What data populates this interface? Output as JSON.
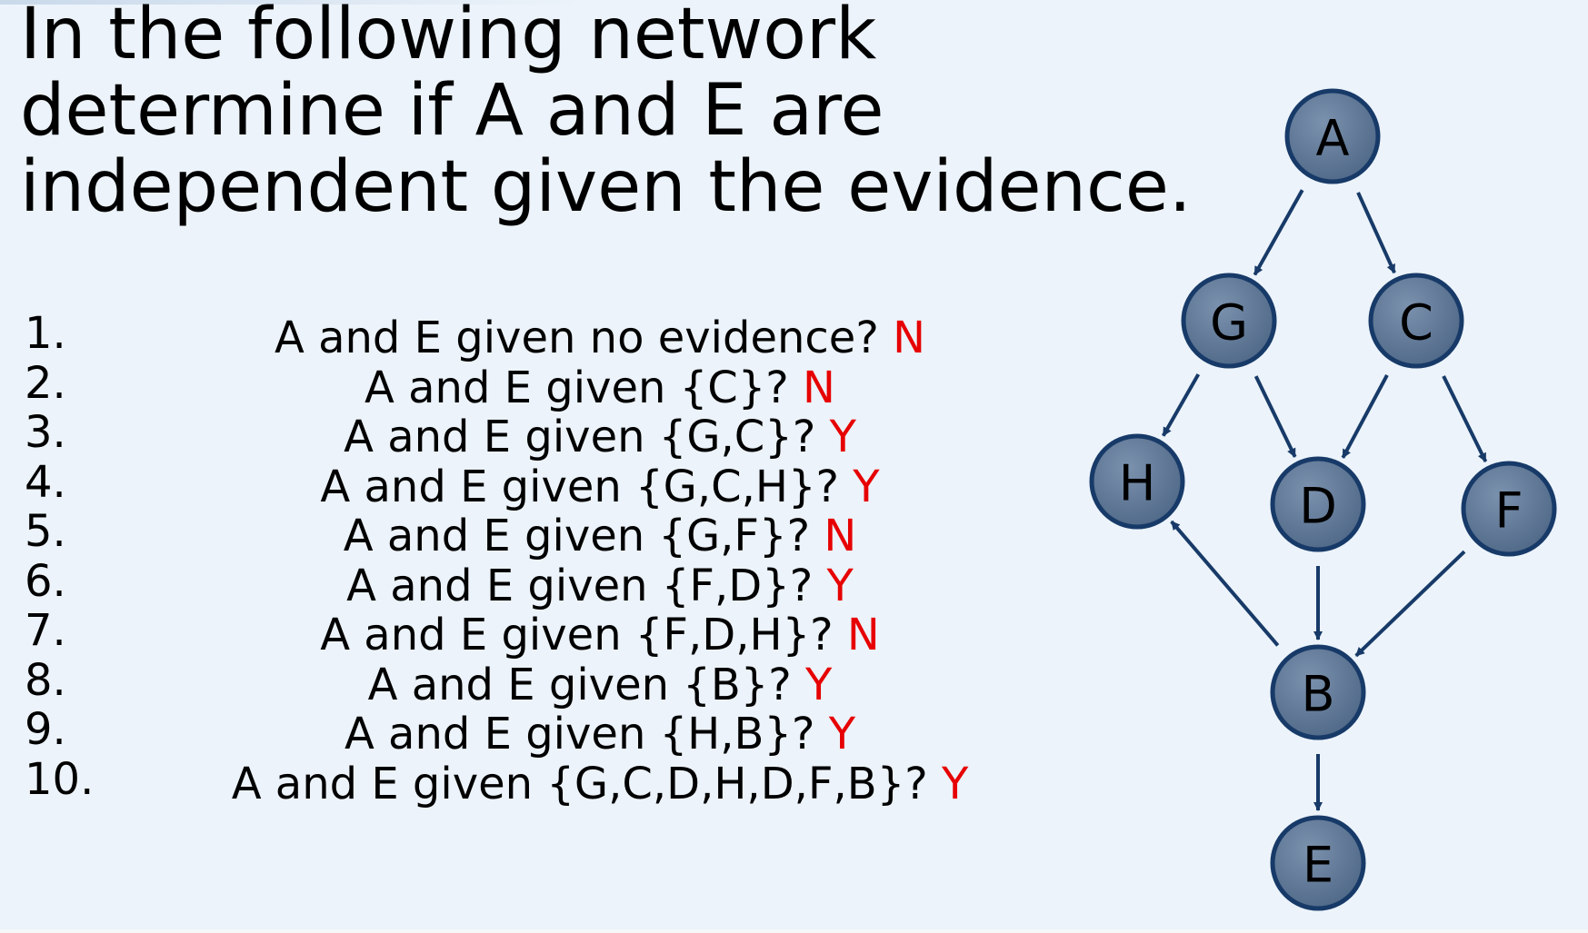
{
  "title": "In the following network determine if A and E are independent given the evidence.",
  "questions": [
    {
      "num": "1.",
      "text": "A and E given no evidence?",
      "answer": "N"
    },
    {
      "num": "2.",
      "text": "A and E given {C}?",
      "answer": "N"
    },
    {
      "num": "3.",
      "text": "A and E given {G,C}?",
      "answer": "Y"
    },
    {
      "num": "4.",
      "text": "A and E given {G,C,H}?",
      "answer": "Y"
    },
    {
      "num": "5.",
      "text": "A and E given {G,F}?",
      "answer": "N"
    },
    {
      "num": "6.",
      "text": "A and E given {F,D}?",
      "answer": "Y"
    },
    {
      "num": "7.",
      "text": "A and E given {F,D,H}?",
      "answer": "N"
    },
    {
      "num": "8.",
      "text": "A and E given {B}?",
      "answer": "Y"
    },
    {
      "num": "9.",
      "text": "A and E given {H,B}?",
      "answer": "Y"
    },
    {
      "num": "10.",
      "text": "A and E given {G,C,D,H,D,F,B}?",
      "answer": "Y"
    }
  ],
  "network": {
    "nodes": [
      "A",
      "G",
      "C",
      "H",
      "D",
      "F",
      "B",
      "E"
    ],
    "edges": [
      [
        "A",
        "G"
      ],
      [
        "A",
        "C"
      ],
      [
        "G",
        "H"
      ],
      [
        "G",
        "D"
      ],
      [
        "C",
        "D"
      ],
      [
        "C",
        "F"
      ],
      [
        "D",
        "B"
      ],
      [
        "F",
        "B"
      ],
      [
        "B",
        "H"
      ],
      [
        "B",
        "E"
      ]
    ]
  },
  "colors": {
    "answer": "#e60000",
    "node_stroke": "#173a68",
    "node_fill": "#5b7493",
    "edge": "#173a68",
    "background": "#ecf3fa"
  }
}
